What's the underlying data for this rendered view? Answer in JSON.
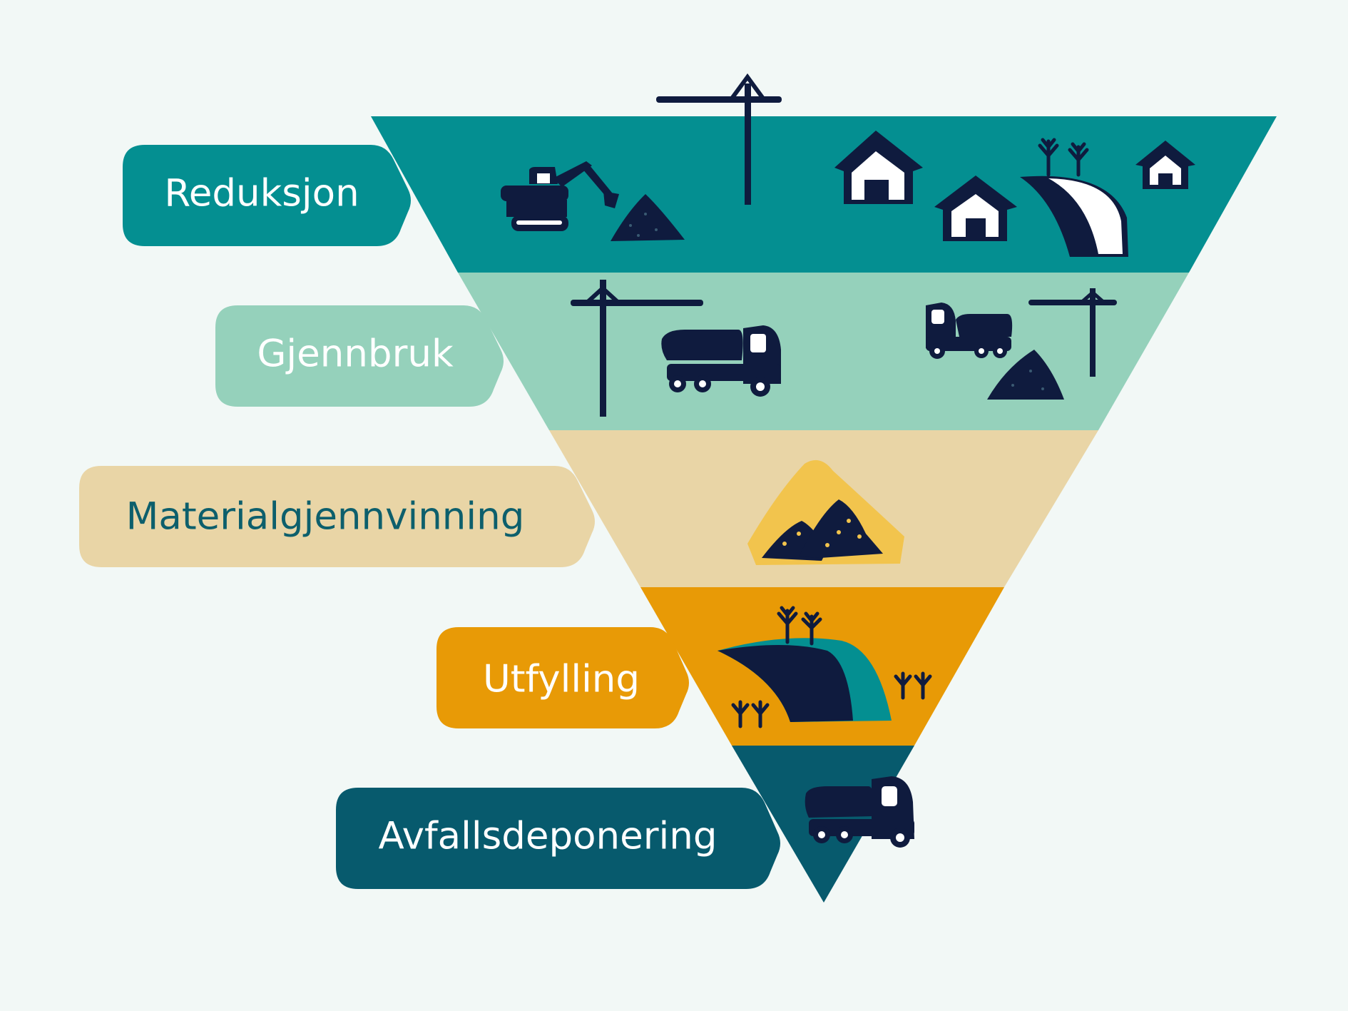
{
  "diagram": {
    "levels": [
      {
        "label": "Reduksjon",
        "color": "#048f91",
        "text_color": "#ffffff",
        "illustration": "excavator-crane-houses-road"
      },
      {
        "label": "Gjennbruk",
        "color": "#95d1bb",
        "text_color": "#ffffff",
        "illustration": "cranes-trucks-gravel"
      },
      {
        "label": "Materialgjennvinning",
        "color": "#e9d5a6",
        "text_color": "#0d5f6c",
        "illustration": "gravel-piles"
      },
      {
        "label": "Utfylling",
        "color": "#e89a06",
        "text_color": "#ffffff",
        "illustration": "filled-land-trees"
      },
      {
        "label": "Avfallsdeponering",
        "color": "#075a6d",
        "text_color": "#ffffff",
        "illustration": "dump-truck"
      }
    ],
    "colors": {
      "background": "#f2f8f6",
      "icon_dark": "#0f1b3e",
      "icon_light": "#ffffff",
      "sand": "#f2c44d"
    }
  }
}
